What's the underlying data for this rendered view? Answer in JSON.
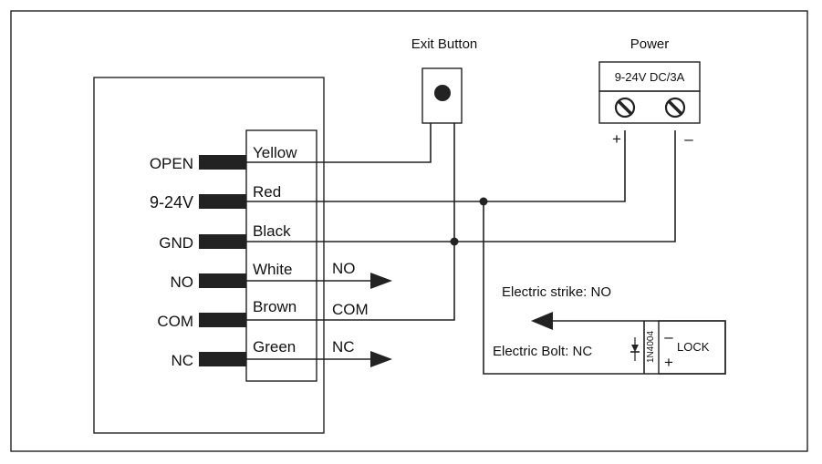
{
  "terminals": [
    {
      "id": "open",
      "label": "OPEN",
      "wire": "Yellow"
    },
    {
      "id": "v924",
      "label": "9-24V",
      "wire": "Red"
    },
    {
      "id": "gnd",
      "label": "GND",
      "wire": "Black"
    },
    {
      "id": "no",
      "label": "NO",
      "wire": "White"
    },
    {
      "id": "com",
      "label": "COM",
      "wire": "Brown"
    },
    {
      "id": "nc",
      "label": "NC",
      "wire": "Green"
    }
  ],
  "outputs": {
    "no": "NO",
    "com": "COM",
    "nc": "NC"
  },
  "exit_button": {
    "label": "Exit Button"
  },
  "power": {
    "label": "Power",
    "rating": "9-24V DC/3A",
    "plus": "+",
    "minus": "–"
  },
  "lock": {
    "strike_label": "Electric strike: NO",
    "bolt_label": "Electric Bolt: NC",
    "diode": "1N4004",
    "label": "LOCK",
    "minus": "–",
    "plus": "+"
  },
  "colors": {
    "ink": "#222222",
    "background": "#ffffff"
  }
}
